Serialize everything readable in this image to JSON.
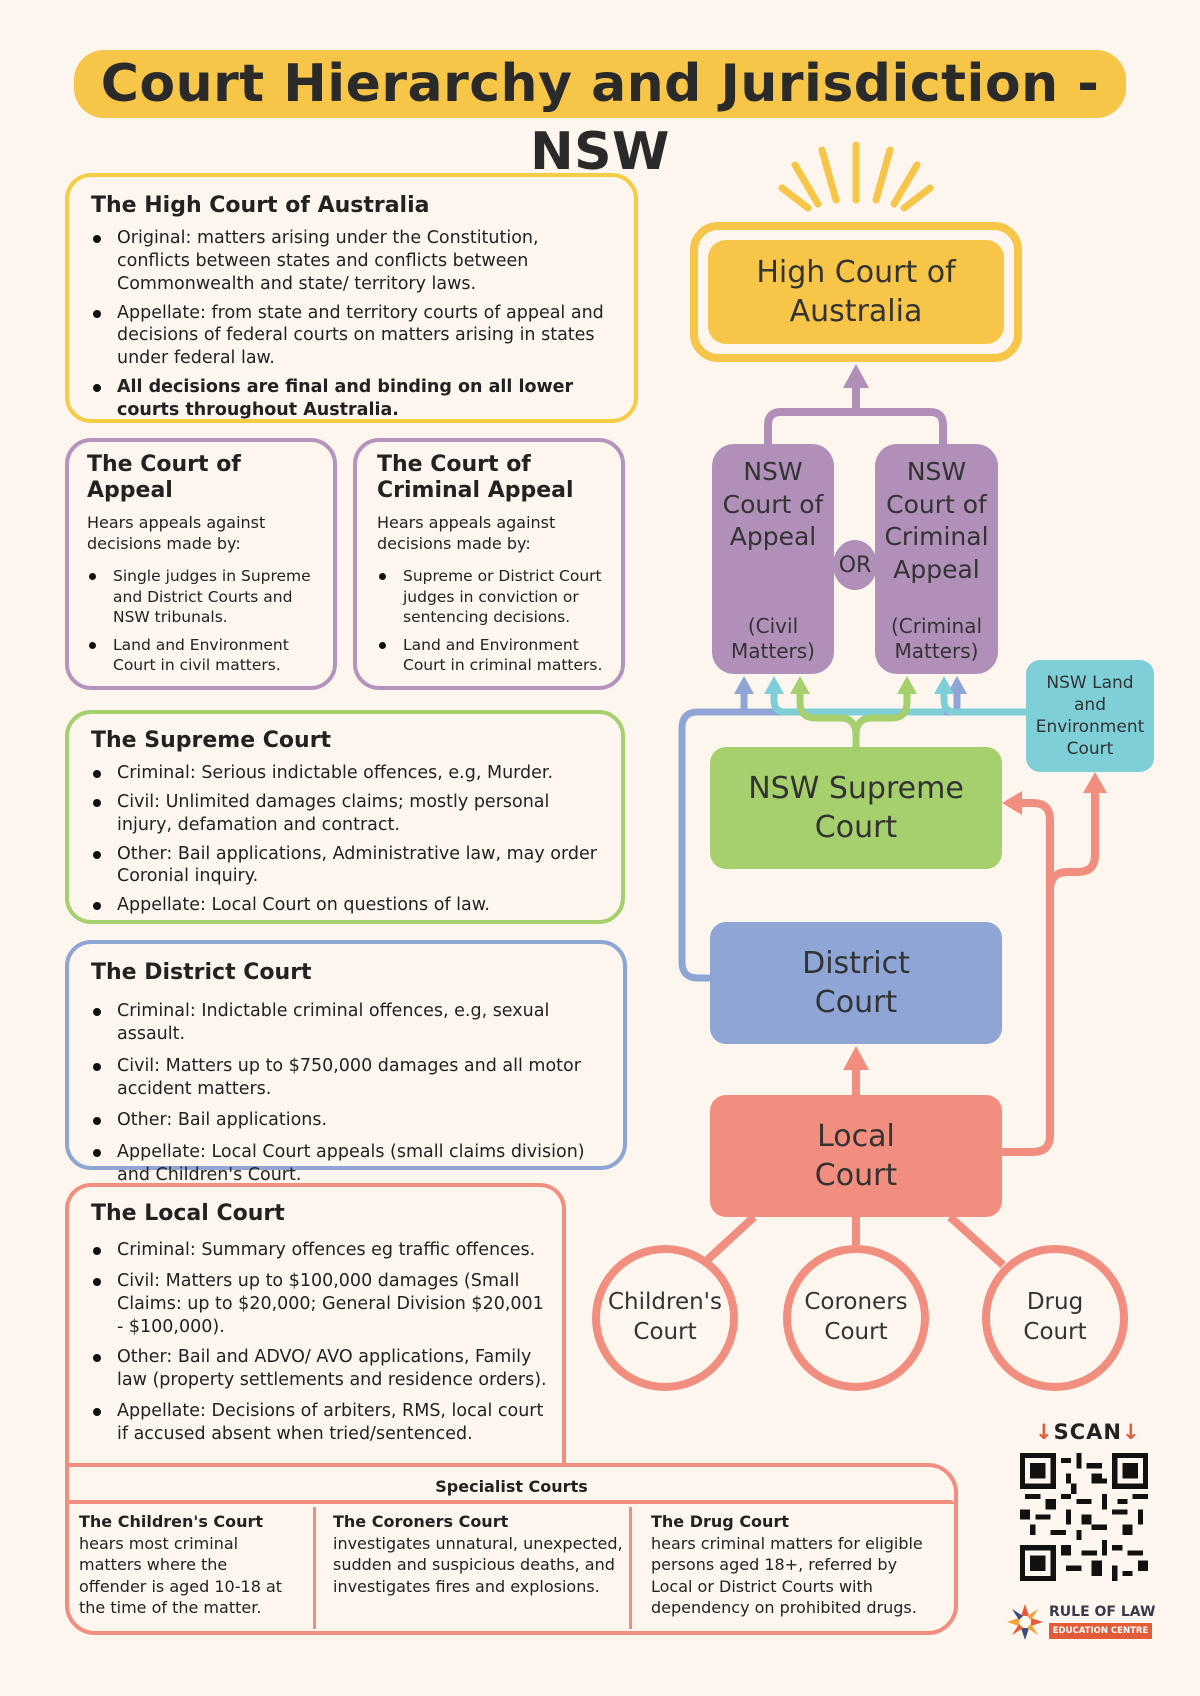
{
  "title": "Court Hierarchy and Jurisdiction - NSW",
  "high_court_box": {
    "heading": "The High Court of Australia",
    "items": [
      "Original: matters arising under the Constitution, conflicts between states and conflicts between Commonwealth and state/ territory laws.",
      "Appellate: from state and territory courts of appeal and decisions of federal courts on matters arising in states under federal law.",
      "All decisions are final and binding on all lower courts throughout Australia."
    ]
  },
  "court_of_appeal_box": {
    "heading": "The Court of Appeal",
    "intro": "Hears appeals against decisions made by:",
    "items": [
      "Single judges in Supreme and District Courts and NSW tribunals.",
      "Land and Environment Court in civil matters."
    ]
  },
  "court_of_criminal_appeal_box": {
    "heading": "The Court of Criminal Appeal",
    "intro": "Hears appeals against decisions made by:",
    "items": [
      "Supreme or District Court judges in conviction or sentencing decisions.",
      "Land and Environment Court in criminal matters."
    ]
  },
  "supreme_court_box": {
    "heading": "The Supreme Court",
    "items": [
      "Criminal: Serious indictable offences, e.g, Murder.",
      "Civil: Unlimited damages claims; mostly personal injury, defamation and contract.",
      "Other: Bail applications, Administrative law, may order Coronial inquiry.",
      "Appellate: Local Court on questions of law."
    ]
  },
  "district_court_box": {
    "heading": "The District Court",
    "items": [
      "Criminal: Indictable criminal offences, e.g, sexual assault.",
      "Civil: Matters up to $750,000 damages and all motor accident matters.",
      "Other: Bail applications.",
      "Appellate: Local Court appeals (small claims division) and Children's Court."
    ]
  },
  "local_court_box": {
    "heading": "The Local Court",
    "items": [
      "Criminal: Summary offences eg traffic offences.",
      "Civil: Matters up to $100,000 damages (Small Claims: up to $20,000; General Division $20,001 - $100,000).",
      "Other: Bail and ADVO/ AVO applications, Family law (property settlements and residence orders).",
      "Appellate: Decisions of arbiters, RMS, local court if accused absent when tried/sentenced."
    ]
  },
  "specialist": {
    "title": "Specialist Courts",
    "childrens": {
      "heading": "The Children's Court",
      "text": "hears most criminal matters where the offender is aged 10-18 at the time of the matter."
    },
    "coroners": {
      "heading": "The Coroners Court",
      "text": "investigates unnatural, unexpected, sudden and suspicious deaths, and investigates fires and explosions."
    },
    "drug": {
      "heading": "The Drug Court",
      "text": "hears criminal matters for eligible persons aged 18+, referred by Local or District Courts with dependency on prohibited drugs."
    }
  },
  "diagram": {
    "high_court": [
      "High Court of",
      "Australia"
    ],
    "nsw_court_of_appeal": {
      "name": [
        "NSW",
        "Court of",
        "Appeal"
      ],
      "sub": [
        "(Civil",
        "Matters)"
      ]
    },
    "or_label": "OR",
    "nsw_court_of_criminal_appeal": {
      "name": [
        "NSW",
        "Court of",
        "Criminal",
        "Appeal"
      ],
      "sub": [
        "(Criminal",
        "Matters)"
      ]
    },
    "land_env": [
      "NSW Land",
      "and",
      "Environment",
      "Court"
    ],
    "supreme": [
      "NSW Supreme",
      "Court"
    ],
    "district": [
      "District",
      "Court"
    ],
    "local": [
      "Local",
      "Court"
    ],
    "childrens": [
      "Children's",
      "Court"
    ],
    "coroners": [
      "Coroners",
      "Court"
    ],
    "drug": [
      "Drug",
      "Court"
    ]
  },
  "scan_label": "SCAN",
  "logo": {
    "name": "RULE OF LAW",
    "sub": "EDUCATION CENTRE"
  },
  "colors": {
    "yellow": "#f7c548",
    "purple": "#b08fb8",
    "green": "#a6cf6e",
    "blue": "#8fa5d6",
    "salmon": "#f28e80",
    "teal": "#7ecfd8",
    "background": "#fdf6ee",
    "accent": "#e45b3a"
  }
}
